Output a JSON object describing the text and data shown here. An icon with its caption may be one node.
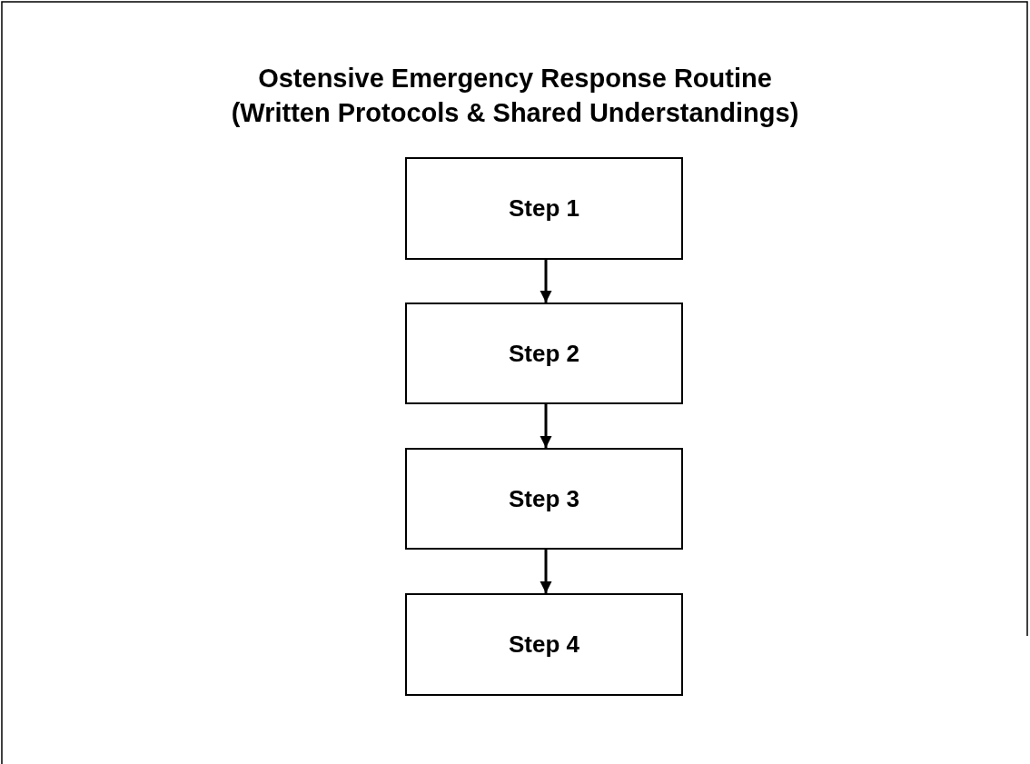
{
  "diagram": {
    "title": "Ostensive Emergency Response Routine",
    "nodes": [
      {
        "text": [
          "Step 1"
        ]
      },
      {
        "text": [
          "Step 2"
        ]
      },
      {
        "text": [
          "Step 3"
        ]
      },
      {
        "text": [
          "Step 4"
        ]
      }
    ],
    "edges": [
      {
        "from": 0,
        "to": 1,
        "arrow": "to"
      },
      {
        "from": 1,
        "to": 2,
        "arrow": "to"
      },
      {
        "from": 2,
        "to": 3,
        "arrow": "to"
      }
    ],
    "labels": [
      "(Written Protocols & Shared Understandings)"
    ]
  }
}
